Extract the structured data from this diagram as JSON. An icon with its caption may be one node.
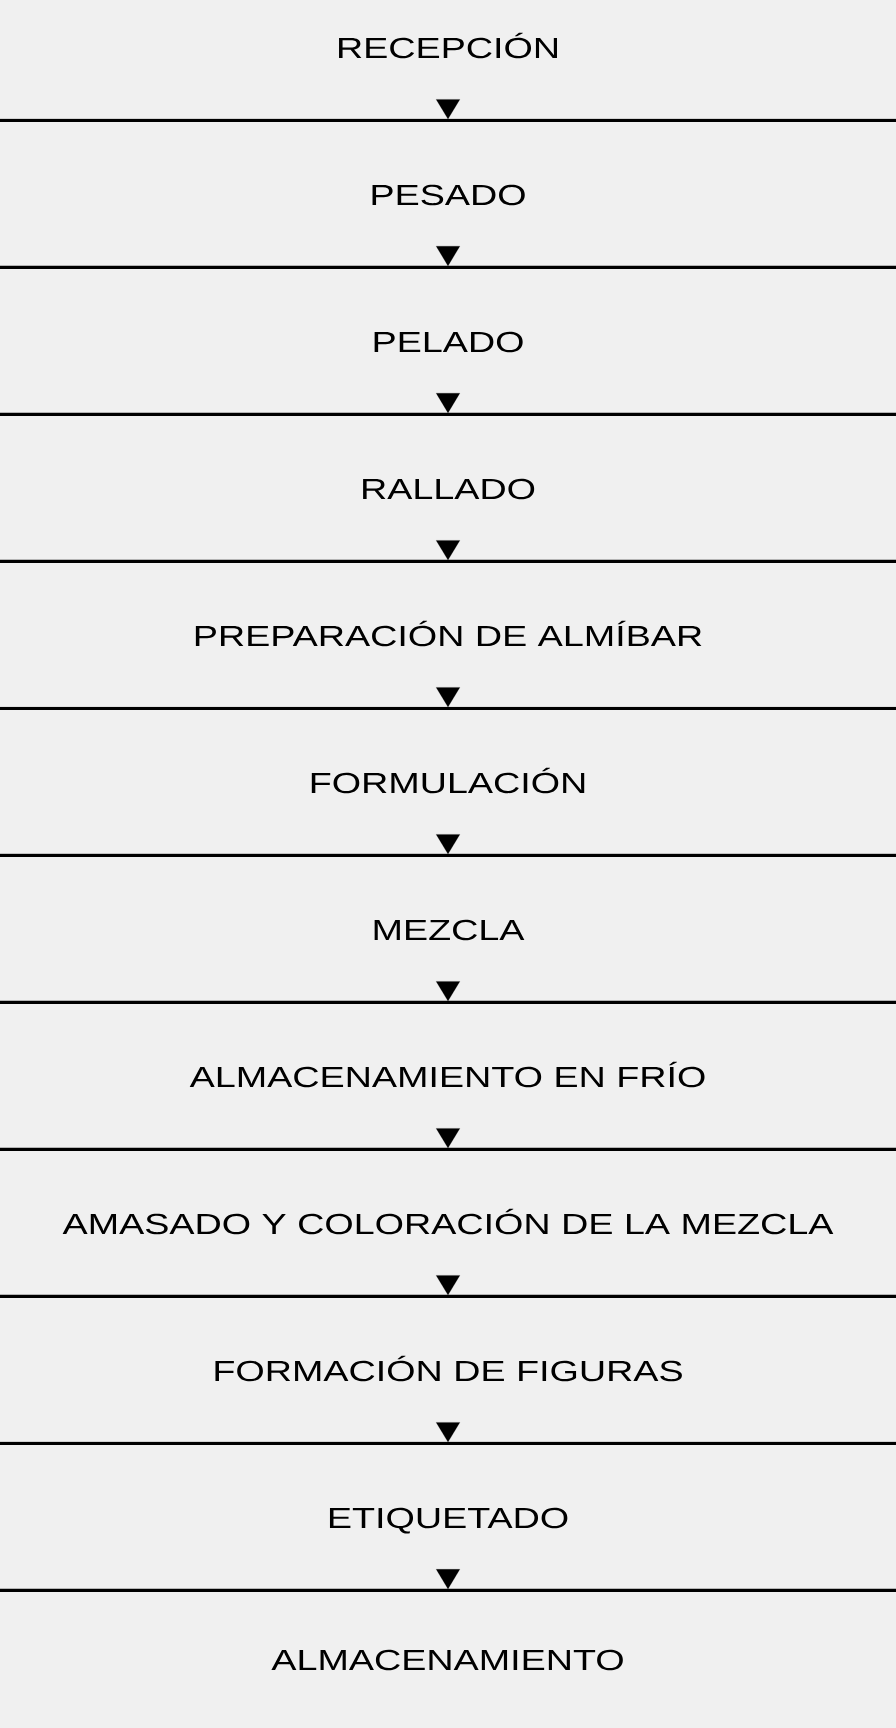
{
  "diagram": {
    "nodes": [
      {
        "text": [
          "RECEPCIÓN"
        ]
      },
      {
        "text": [
          "PESADO"
        ]
      },
      {
        "text": [
          "PELADO"
        ]
      },
      {
        "text": [
          "RALLADO"
        ]
      },
      {
        "text": [
          "PREPARACIÓN DE ALMÍBAR"
        ]
      },
      {
        "text": [
          "FORMULACIÓN"
        ]
      },
      {
        "text": [
          "MEZCLA"
        ]
      },
      {
        "text": [
          "ALMACENAMIENTO EN FRÍO"
        ]
      },
      {
        "text": [
          "AMASADO Y COLORACIÓN DE LA MEZCLA"
        ]
      },
      {
        "text": [
          "FORMACIÓN DE FIGURAS"
        ]
      },
      {
        "text": [
          "ETIQUETADO"
        ]
      },
      {
        "text": [
          "ALMACENAMIENTO"
        ]
      }
    ],
    "edges": [
      {
        "from": 0,
        "to": 1,
        "arrow": "to"
      },
      {
        "from": 1,
        "to": 2,
        "arrow": "to"
      },
      {
        "from": 2,
        "to": 3,
        "arrow": "to"
      },
      {
        "from": 3,
        "to": 4,
        "arrow": "to"
      },
      {
        "from": 4,
        "to": 5,
        "arrow": "to"
      },
      {
        "from": 5,
        "to": 6,
        "arrow": "to"
      },
      {
        "from": 6,
        "to": 7,
        "arrow": "to"
      },
      {
        "from": 7,
        "to": 8,
        "arrow": "to"
      },
      {
        "from": 8,
        "to": 9,
        "arrow": "to"
      },
      {
        "from": 9,
        "to": 10,
        "arrow": "to"
      },
      {
        "from": 10,
        "to": 11,
        "arrow": "to"
      }
    ]
  }
}
